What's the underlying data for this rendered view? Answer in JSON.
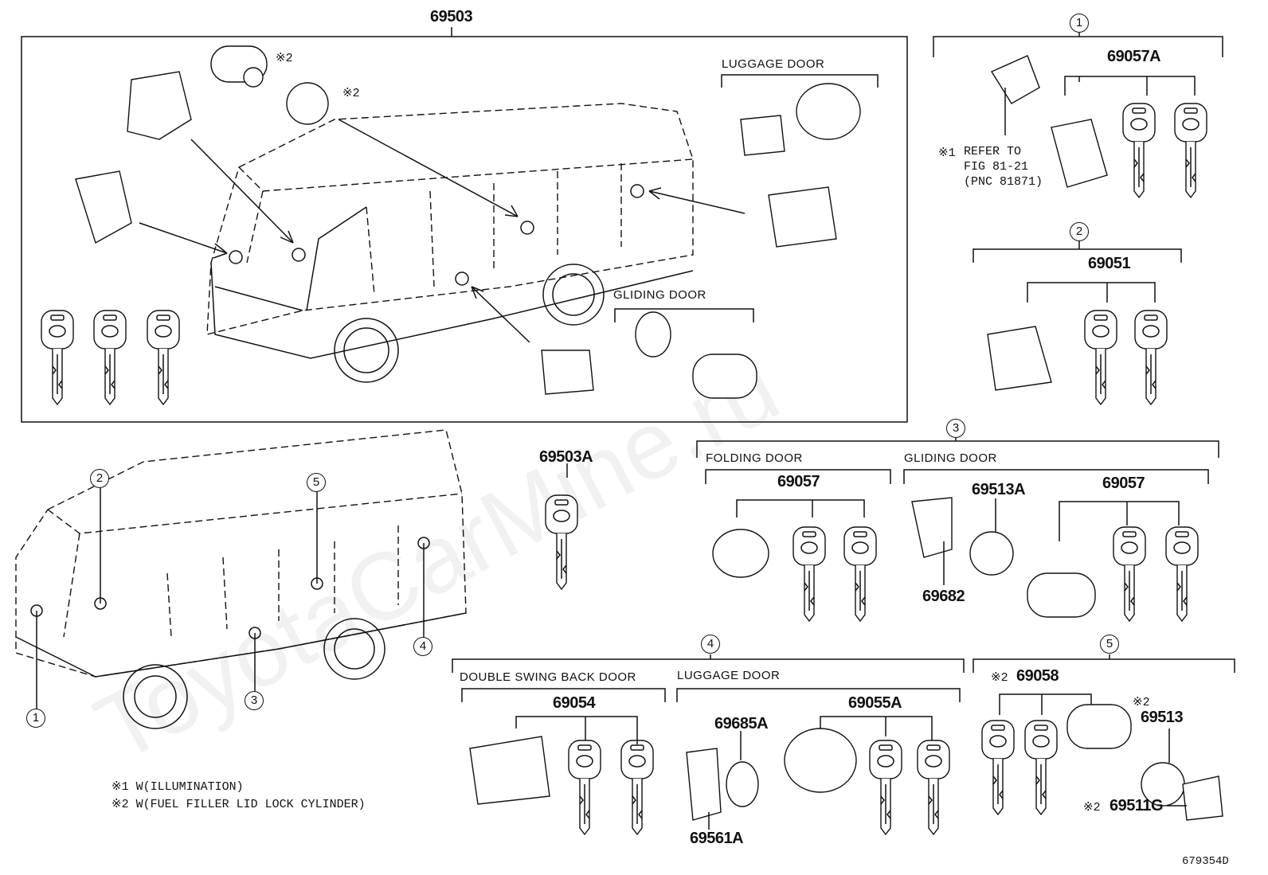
{
  "top_group": {
    "part_no": "69503"
  },
  "labels": {
    "luggage_door_top": "LUGGAGE DOOR",
    "gliding_door_top": "GLIDING DOOR",
    "folding_door": "FOLDING DOOR",
    "gliding_door_3": "GLIDING DOOR",
    "double_swing_back_door": "DOUBLE SWING BACK DOOR",
    "luggage_door_4": "LUGGAGE DOOR"
  },
  "note_marks": {
    "m1": "※2",
    "m2": "※2",
    "m3": "※1",
    "m4": "※2",
    "m5": "※2",
    "m6": "※2"
  },
  "refer": {
    "line1": "REFER TO",
    "line2": "FIG 81-21",
    "line3": "(PNC 81871)"
  },
  "group1": {
    "num": "1",
    "part": "69057A"
  },
  "group2": {
    "num": "2",
    "part": "69051"
  },
  "group3": {
    "num": "3",
    "part_a": "69057",
    "part_b": "69513A",
    "part_c": "69057",
    "part_d": "69682"
  },
  "group4": {
    "num": "4",
    "part_a": "69054",
    "part_b": "69685A",
    "part_c": "69055A",
    "part_d": "69561A"
  },
  "group5": {
    "num": "5",
    "part_a": "69058",
    "part_b": "69513",
    "part_c": "69511G"
  },
  "key_single": {
    "part": "69503A"
  },
  "bus_callouts": [
    "1",
    "2",
    "3",
    "4",
    "5"
  ],
  "footnotes": {
    "n1": "※1 W(ILLUMINATION)",
    "n2": "※2 W(FUEL FILLER LID LOCK CYLINDER)"
  },
  "figure_code": "679354D",
  "watermark": "ToyotaCarMine.ru"
}
